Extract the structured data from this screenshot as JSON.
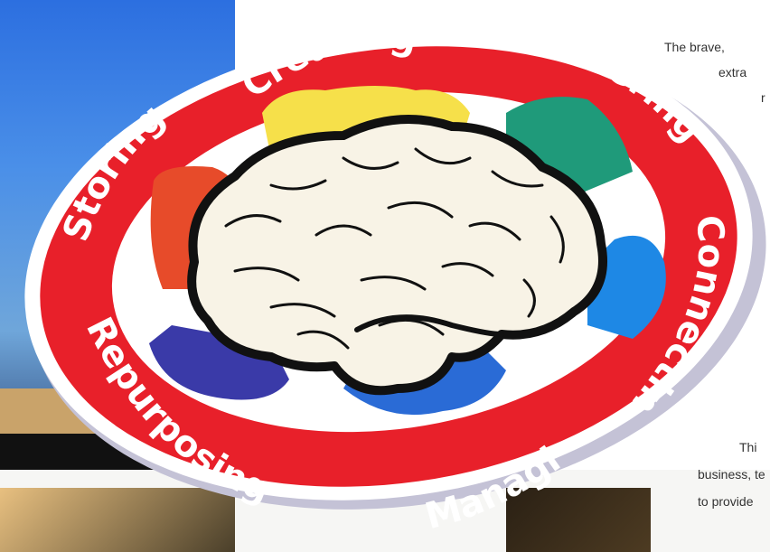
{
  "diagram": {
    "labels": {
      "creating": "Creating",
      "delivering": "Delivering",
      "connecting": "Connecting",
      "managing": "Managing",
      "repurposing": "Repurposing",
      "storing": "Storing"
    },
    "colors": {
      "ring": "#e8202a",
      "ring_shadow": "#c8c8d8",
      "brain_fill": "#f8f3e6",
      "brain_outline": "#111111",
      "creating_petal": "#f6e04a",
      "delivering_petal": "#1f9a7a",
      "connecting_petal": "#1e88e5",
      "managing_petal": "#2a6bd6",
      "repurposing_petal": "#3a3aa8",
      "storing_petal": "#e74b2a"
    }
  },
  "side_text": {
    "line1": "The brave,",
    "line2": "extra",
    "line3": "r",
    "line4": "Thi",
    "line5": "business, te",
    "line6": "to provide"
  }
}
